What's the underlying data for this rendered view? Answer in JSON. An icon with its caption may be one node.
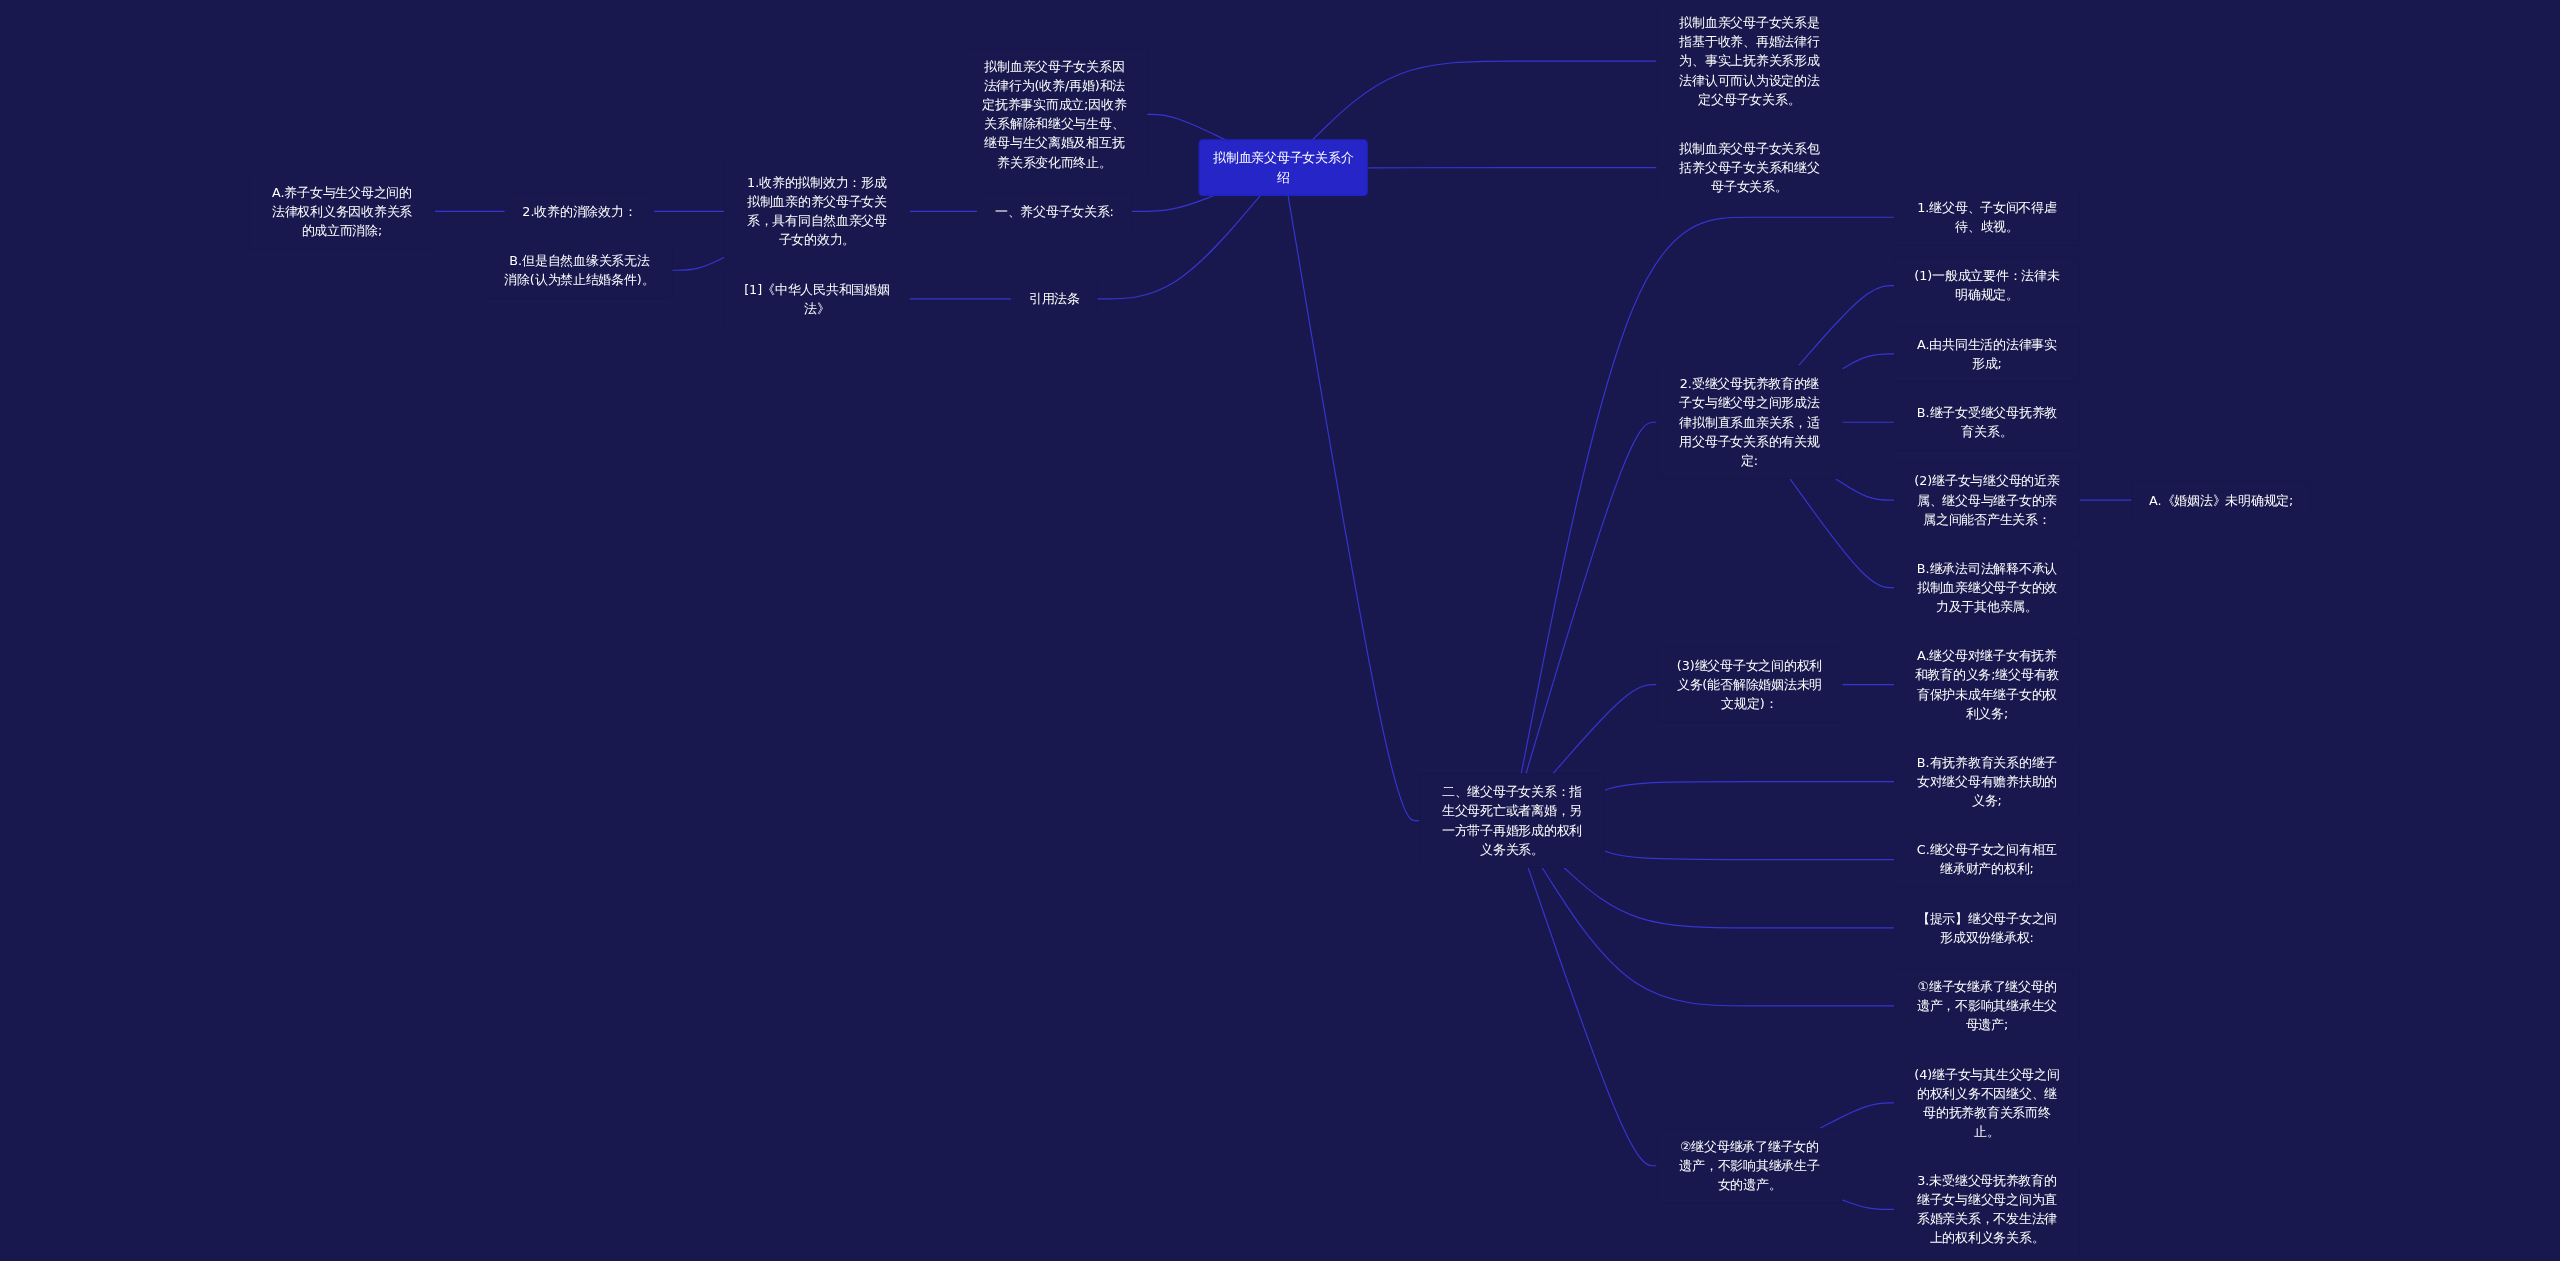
{
  "diagram": {
    "nodes": [
      {
        "text": [
          "拟制血亲父母子女关系介绍"
        ]
      },
      {
        "text": [
          "拟制血亲父母子女关系因法律行为(收养/再婚)和法定抚养事实而成立;因收养关系解除和继父与生母、继母与生父离婚及相互抚养关系变化而终止。"
        ]
      },
      {
        "text": [
          "一、养父母子女关系:"
        ]
      },
      {
        "text": [
          "1.收养的拟制效力：形成拟制血亲的养父母子女关系，具有同自然血亲父母子女的效力。"
        ]
      },
      {
        "text": [
          "2.收养的消除效力："
        ]
      },
      {
        "text": [
          "A.养子女与生父母之间的法律权利义务因收养关系的成立而消除;"
        ]
      },
      {
        "text": [
          "B.但是自然血缘关系无法消除(认为禁止结婚条件)。"
        ]
      },
      {
        "text": [
          "引用法条"
        ]
      },
      {
        "text": [
          "[1]《中华人民共和国婚姻法》"
        ]
      },
      {
        "text": [
          "拟制血亲父母子女关系是指基于收养、再婚法律行为、事实上抚养关系形成法律认可而认为设定的法定父母子女关系。"
        ]
      },
      {
        "text": [
          "拟制血亲父母子女关系包括养父母子女关系和继父母子女关系。"
        ]
      },
      {
        "text": [
          "二、继父母子女关系：指生父母死亡或者离婚，另一方带子再婚形成的权利义务关系。"
        ]
      },
      {
        "text": [
          "1.继父母、子女间不得虐待、歧视。"
        ]
      },
      {
        "text": [
          "2.受继父母抚养教育的继子女与继父母之间形成法律拟制直系血亲关系，适用父母子女关系的有关规定:"
        ]
      },
      {
        "text": [
          "(1)一般成立要件：法律未明确规定。"
        ]
      },
      {
        "text": [
          "A.由共同生活的法律事实形成;"
        ]
      },
      {
        "text": [
          "B.继子女受继父母抚养教育关系。"
        ]
      },
      {
        "text": [
          "(2)继子女与继父母的近亲属、继父母与继子女的亲属之间能否产生关系："
        ]
      },
      {
        "text": [
          "A.《婚姻法》未明确规定;"
        ]
      },
      {
        "text": [
          "B.继承法司法解释不承认拟制血亲继父母子女的效力及于其他亲属。"
        ]
      },
      {
        "text": [
          "(3)继父母子女之间的权利义务(能否解除婚姻法未明文规定)："
        ]
      },
      {
        "text": [
          "A.继父母对继子女有抚养和教育的义务;继父母有教育保护未成年继子女的权利义务;"
        ]
      },
      {
        "text": [
          "B.有抚养教育关系的继子女对继父母有赡养扶助的义务;"
        ]
      },
      {
        "text": [
          "C.继父母子女之间有相互继承财产的权利;"
        ]
      },
      {
        "text": [
          "【提示】继父母子女之间形成双份继承权:"
        ]
      },
      {
        "text": [
          "①继子女继承了继父母的遗产，不影响其继承生父母遗产;"
        ]
      },
      {
        "text": [
          "②继父母继承了继子女的遗产，不影响其继承生子女的遗产。"
        ]
      },
      {
        "text": [
          "(4)继子女与其生父母之间的权利义务不因继父、继母的抚养教育关系而终止。"
        ]
      },
      {
        "text": [
          "3.未受继父母抚养教育的继子女与继父母之间为直系婚亲关系，不发生法律上的权利义务关系。"
        ]
      }
    ],
    "edges": [
      {
        "from": 0,
        "to": 1,
        "arrow": "none"
      },
      {
        "from": 0,
        "to": 2,
        "arrow": "none"
      },
      {
        "from": 2,
        "to": 3,
        "arrow": "none"
      },
      {
        "from": 3,
        "to": 4,
        "arrow": "none"
      },
      {
        "from": 4,
        "to": 5,
        "arrow": "none"
      },
      {
        "from": 3,
        "to": 6,
        "arrow": "none"
      },
      {
        "from": 0,
        "to": 7,
        "arrow": "none"
      },
      {
        "from": 7,
        "to": 8,
        "arrow": "none"
      },
      {
        "from": 0,
        "to": 9,
        "arrow": "none"
      },
      {
        "from": 0,
        "to": 10,
        "arrow": "none"
      },
      {
        "from": 0,
        "to": 11,
        "arrow": "none"
      },
      {
        "from": 11,
        "to": 12,
        "arrow": "none"
      },
      {
        "from": 11,
        "to": 13,
        "arrow": "none"
      },
      {
        "from": 13,
        "to": 14,
        "arrow": "none"
      },
      {
        "from": 13,
        "to": 15,
        "arrow": "none"
      },
      {
        "from": 13,
        "to": 16,
        "arrow": "none"
      },
      {
        "from": 13,
        "to": 17,
        "arrow": "none"
      },
      {
        "from": 17,
        "to": 18,
        "arrow": "none"
      },
      {
        "from": 13,
        "to": 19,
        "arrow": "none"
      },
      {
        "from": 11,
        "to": 20,
        "arrow": "none"
      },
      {
        "from": 20,
        "to": 21,
        "arrow": "none"
      },
      {
        "from": 11,
        "to": 22,
        "arrow": "none"
      },
      {
        "from": 11,
        "to": 23,
        "arrow": "none"
      },
      {
        "from": 11,
        "to": 24,
        "arrow": "none"
      },
      {
        "from": 11,
        "to": 25,
        "arrow": "none"
      },
      {
        "from": 11,
        "to": 26,
        "arrow": "none"
      },
      {
        "from": 26,
        "to": 27,
        "arrow": "none"
      },
      {
        "from": 26,
        "to": 28,
        "arrow": "none"
      }
    ]
  }
}
